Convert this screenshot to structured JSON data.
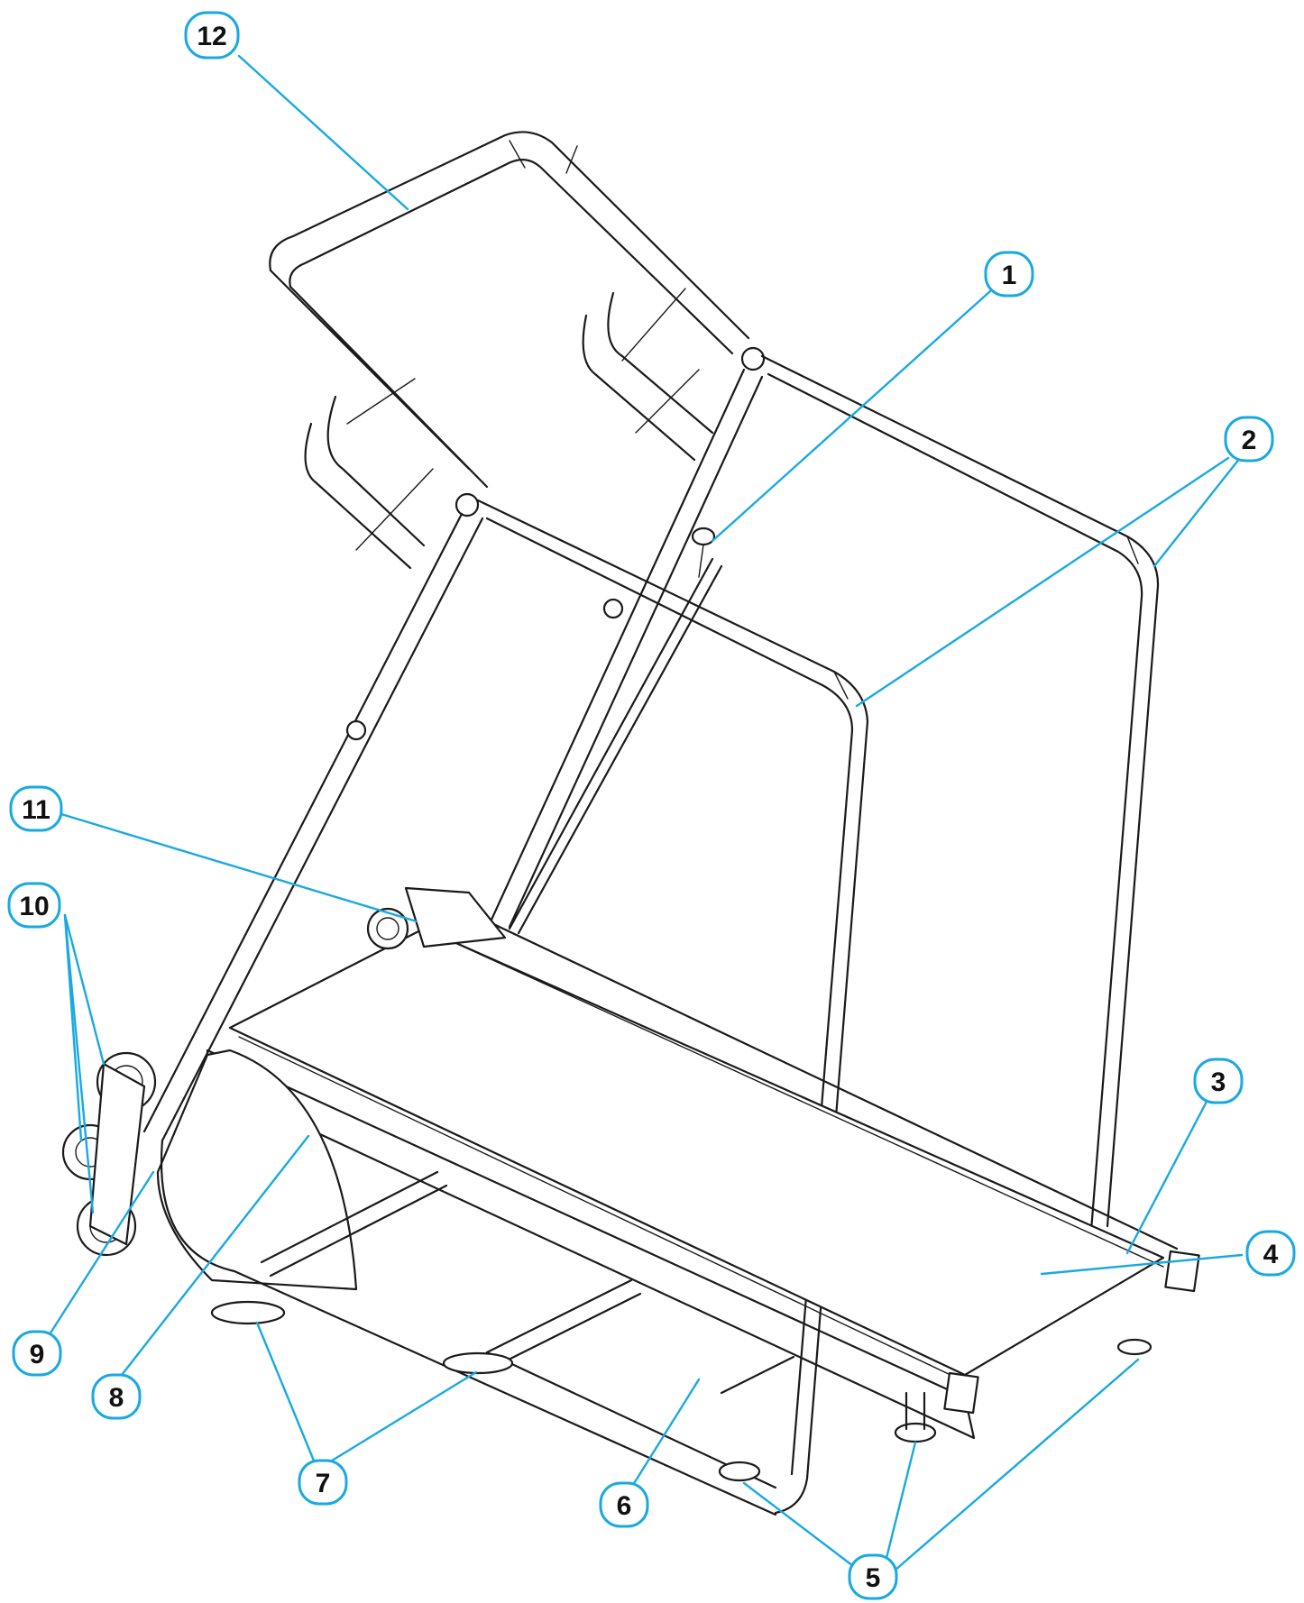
{
  "callouts": [
    {
      "id": "1",
      "label": "1"
    },
    {
      "id": "2",
      "label": "2"
    },
    {
      "id": "3",
      "label": "3"
    },
    {
      "id": "4",
      "label": "4"
    },
    {
      "id": "5",
      "label": "5"
    },
    {
      "id": "6",
      "label": "6"
    },
    {
      "id": "7",
      "label": "7"
    },
    {
      "id": "8",
      "label": "8"
    },
    {
      "id": "9",
      "label": "9"
    },
    {
      "id": "10",
      "label": "10"
    },
    {
      "id": "11",
      "label": "11"
    },
    {
      "id": "12",
      "label": "12"
    }
  ],
  "colors": {
    "callout_accent": "#19a9e0",
    "line_art": "#1a1a1a",
    "background": "#ffffff"
  }
}
